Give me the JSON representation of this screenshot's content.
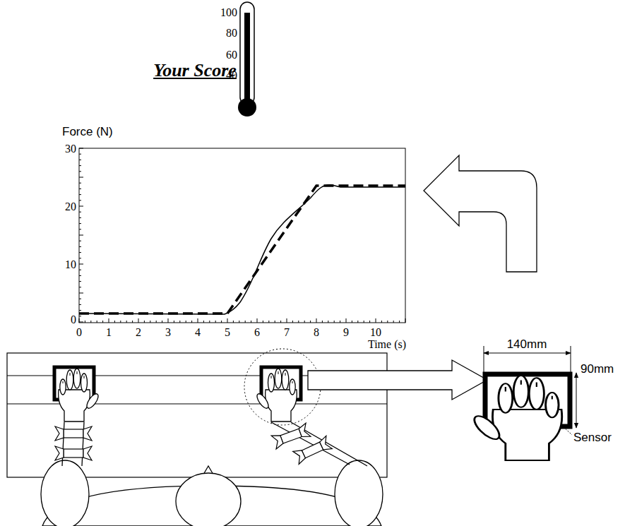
{
  "diagram": {
    "title": "Your Score",
    "labels": [
      "100",
      "80",
      "60",
      "40",
      "Force (N)",
      "30",
      "20",
      "10",
      "0",
      "0",
      "1",
      "2",
      "3",
      "4",
      "5",
      "6",
      "7",
      "8",
      "9",
      "10",
      "Time (s)",
      "140mm",
      "90mm",
      "Sensor"
    ]
  }
}
